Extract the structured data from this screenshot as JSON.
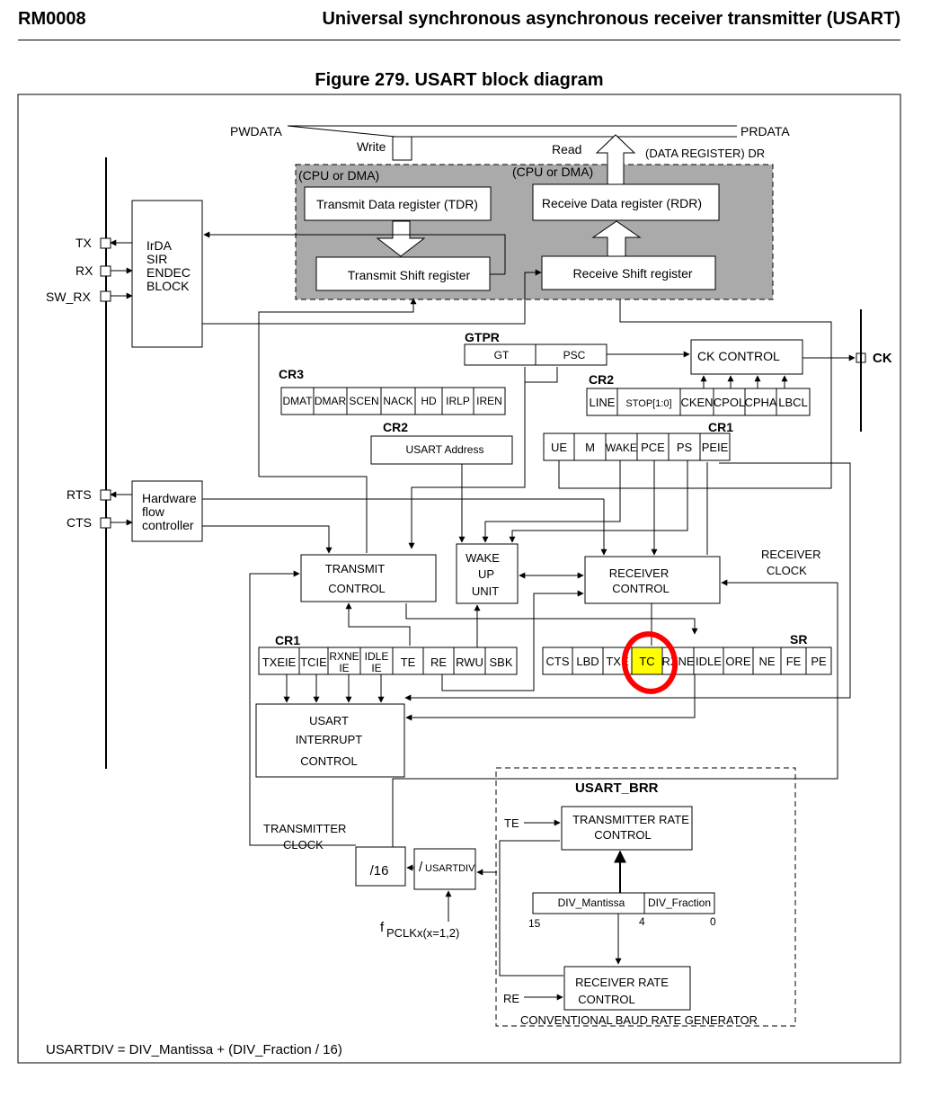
{
  "header": {
    "doc_id": "RM0008",
    "section_title": "Universal synchronous asynchronous receiver transmitter (USART)"
  },
  "figure_title": "Figure 279. USART block diagram",
  "bus": {
    "pwdata": "PWDATA",
    "prdata": "PRDATA",
    "write": "Write",
    "read": "Read",
    "cpu_dma_tx": "(CPU or DMA)",
    "cpu_dma_rx": "(CPU or DMA)",
    "data_register": "(DATA REGISTER) DR"
  },
  "registers": {
    "tdr": "Transmit Data register (TDR)",
    "rdr": "Receive Data register (RDR)",
    "tx_shift": "Transmit Shift register",
    "rx_shift": "Receive Shift register"
  },
  "pins": {
    "tx": "TX",
    "rx": "RX",
    "sw_rx": "SW_RX",
    "rts": "RTS",
    "cts": "CTS",
    "ck": "CK"
  },
  "blocks": {
    "irda": [
      "IrDA",
      "SIR",
      "ENDEC",
      "BLOCK"
    ],
    "hw_flow": [
      "Hardware",
      "flow",
      "controller"
    ],
    "transmit_control": [
      "TRANSMIT",
      "CONTROL"
    ],
    "wakeup": [
      "WAKE",
      "UP",
      "UNIT"
    ],
    "receiver_control": [
      "RECEIVER",
      "CONTROL"
    ],
    "interrupt_control": [
      "USART",
      "INTERRUPT",
      "CONTROL"
    ],
    "ck_control": "CK CONTROL",
    "usart_address": "USART Address",
    "div16": "/16",
    "usartdiv_slash": "/",
    "usartdiv": "USARTDIV",
    "tx_rate": [
      "TRANSMITTER RATE",
      "CONTROL"
    ],
    "rx_rate": [
      "RECEIVER RATE",
      "CONTROL"
    ]
  },
  "gtpr": {
    "label": "GTPR",
    "fields": [
      "GT",
      "PSC"
    ]
  },
  "cr3": {
    "label": "CR3",
    "fields": [
      "DMAT",
      "DMAR",
      "SCEN",
      "NACK",
      "HD",
      "IRLP",
      "IREN"
    ]
  },
  "cr2_top": {
    "label": "CR2",
    "fields": [
      "LINE",
      "STOP[1:0]",
      "CKEN",
      "CPOL",
      "CPHA",
      "LBCL"
    ]
  },
  "cr2_addr_label": "CR2",
  "cr1_top": {
    "label": "CR1",
    "fields": [
      "UE",
      "M",
      "WAKE",
      "PCE",
      "PS",
      "PEIE"
    ]
  },
  "cr1_bottom": {
    "label": "CR1",
    "fields": [
      "TXEIE",
      "TCIE",
      "RXNE",
      "IE",
      "IDLE",
      "IE",
      "TE",
      "RE",
      "RWU",
      "SBK"
    ]
  },
  "sr": {
    "label": "SR",
    "fields": [
      "CTS",
      "LBD",
      "TXE",
      "TC",
      "RXNE",
      "IDLE",
      "ORE",
      "NE",
      "FE",
      "PE"
    ]
  },
  "misc": {
    "receiver_clock": [
      "RECEIVER",
      "CLOCK"
    ],
    "transmitter_clock": [
      "TRANSMITTER",
      "CLOCK"
    ],
    "fpclk_f": "f",
    "fpclk_sub": "PCLKx(x=1,2)",
    "te": "TE",
    "re": "RE"
  },
  "brr": {
    "label": "USART_BRR",
    "fields": [
      "DIV_Mantissa",
      "DIV_Fraction"
    ],
    "bits": [
      "15",
      "4",
      "0"
    ],
    "generator": "CONVENTIONAL BAUD RATE GENERATOR"
  },
  "formula": "USARTDIV = DIV_Mantissa + (DIV_Fraction / 16)",
  "colors": {
    "shaded_region": "#aaaaaa",
    "highlight": "#ffff00",
    "annotation_circle": "#ff0000"
  }
}
